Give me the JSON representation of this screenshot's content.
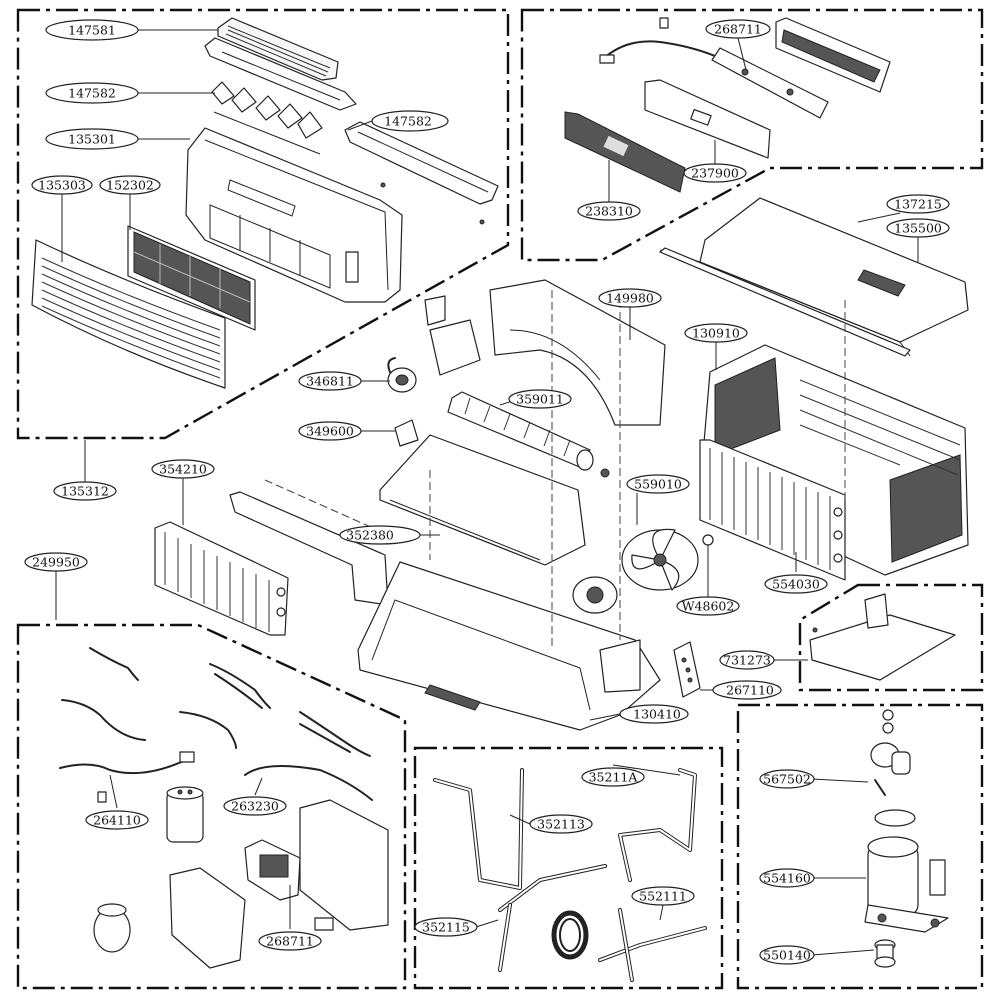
{
  "parts": [
    {
      "id": "lbl-147581",
      "text": "147581"
    },
    {
      "id": "lbl-147582a",
      "text": "147582"
    },
    {
      "id": "lbl-135301",
      "text": "135301"
    },
    {
      "id": "lbl-135303",
      "text": "135303"
    },
    {
      "id": "lbl-152302",
      "text": "152302"
    },
    {
      "id": "lbl-147582b",
      "text": "147582"
    },
    {
      "id": "lbl-135312",
      "text": "135312"
    },
    {
      "id": "lbl-268711a",
      "text": "268711"
    },
    {
      "id": "lbl-237900",
      "text": "237900"
    },
    {
      "id": "lbl-238310",
      "text": "238310"
    },
    {
      "id": "lbl-137215",
      "text": "137215"
    },
    {
      "id": "lbl-135500",
      "text": "135500"
    },
    {
      "id": "lbl-149980",
      "text": "149980"
    },
    {
      "id": "lbl-130910",
      "text": "130910"
    },
    {
      "id": "lbl-346811",
      "text": "346811"
    },
    {
      "id": "lbl-359011",
      "text": "359011"
    },
    {
      "id": "lbl-349600",
      "text": "349600"
    },
    {
      "id": "lbl-354210",
      "text": "354210"
    },
    {
      "id": "lbl-559010",
      "text": "559010"
    },
    {
      "id": "lbl-352380",
      "text": "352380"
    },
    {
      "id": "lbl-554030",
      "text": "554030"
    },
    {
      "id": "lbl-249950",
      "text": "249950"
    },
    {
      "id": "lbl-w48602",
      "text": "W48602"
    },
    {
      "id": "lbl-731273",
      "text": "731273"
    },
    {
      "id": "lbl-267110",
      "text": "267110"
    },
    {
      "id": "lbl-130410",
      "text": "130410"
    },
    {
      "id": "lbl-264110",
      "text": "264110"
    },
    {
      "id": "lbl-263230",
      "text": "263230"
    },
    {
      "id": "lbl-268711b",
      "text": "268711"
    },
    {
      "id": "lbl-35211a",
      "text": "35211A"
    },
    {
      "id": "lbl-352113",
      "text": "352113"
    },
    {
      "id": "lbl-352115",
      "text": "352115"
    },
    {
      "id": "lbl-552111",
      "text": "552111"
    },
    {
      "id": "lbl-567502",
      "text": "567502"
    },
    {
      "id": "lbl-554160",
      "text": "554160"
    },
    {
      "id": "lbl-550140",
      "text": "550140"
    }
  ]
}
